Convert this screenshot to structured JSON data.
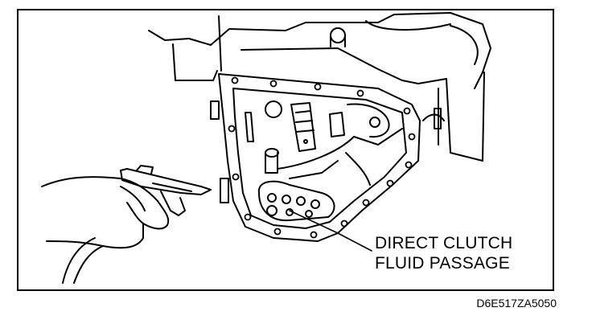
{
  "figure": {
    "callout_line1": "DIRECT CLUTCH",
    "callout_line2": "FLUID PASSAGE",
    "figure_code": "D6E517ZA5050",
    "ink_color": "#000000",
    "background_color": "#ffffff"
  }
}
